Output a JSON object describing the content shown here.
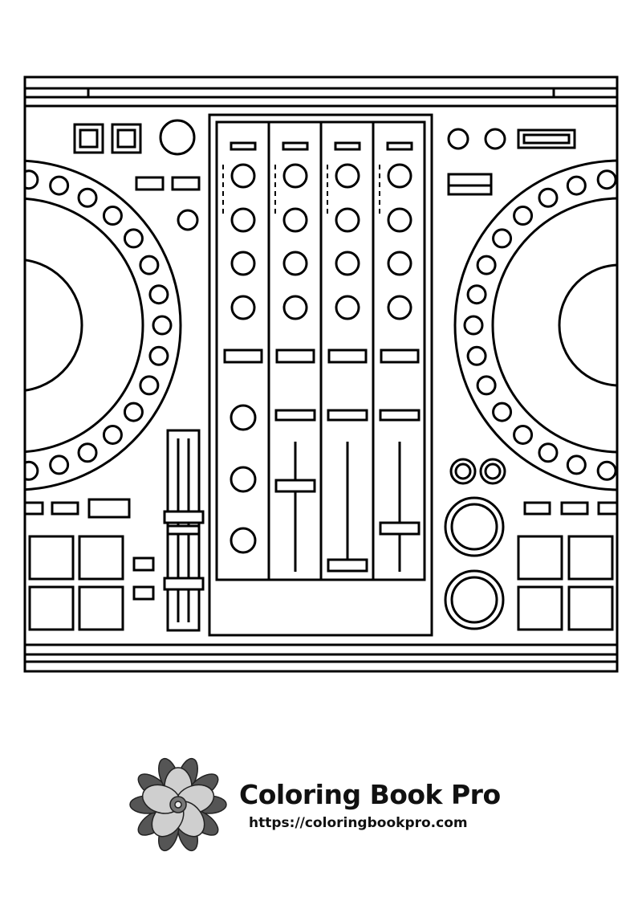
{
  "subject": "DJ controller coloring page",
  "brand": {
    "title": "Coloring Book Pro",
    "url": "https://coloringbookpro.com",
    "logo_icon": "flower-icon"
  },
  "mixer": {
    "channel_count": 4,
    "knobs_per_channel": 4
  },
  "colors": {
    "line": "#000000",
    "background": "#ffffff"
  }
}
